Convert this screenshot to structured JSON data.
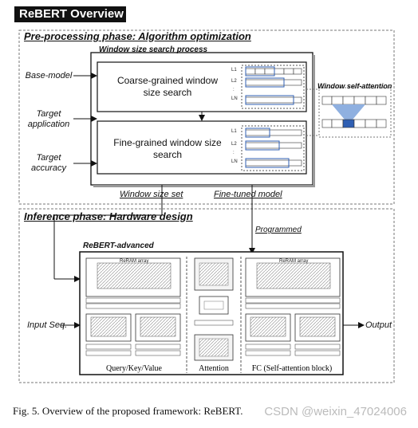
{
  "title": "ReBERT Overview",
  "preprocess": {
    "heading": "Pre-processing phase: Algorithm optimization",
    "search_title": "Window size search process",
    "coarse": "Coarse-grained window size search",
    "fine": "Fine-grained window size search",
    "inputs": [
      "Base-model",
      "Target application",
      "Target accuracy"
    ],
    "layers": [
      "L1",
      "L2",
      ":",
      "LN"
    ],
    "window_self_attention": "Window self-attention",
    "window_size_set": "Window size set",
    "fine_tuned_model": "Fine-tuned model"
  },
  "inference": {
    "heading": "Inference phase: Hardware design",
    "programmed": "Programmed",
    "rebert_advanced": "ReBERT-advanced",
    "input": "Input Seq.",
    "output": "Output",
    "blocks": [
      "Query/Key/Value",
      "Attention",
      "FC (Self-attention block)"
    ],
    "reram_label": "ReRAM array"
  },
  "caption": "Fig. 5.   Overview of the proposed framework: ReBERT.",
  "watermark": "CSDN @weixin_47024006",
  "colors": {
    "accent_blue": "#2f5fb3",
    "light_blue": "#8fb0e0"
  }
}
